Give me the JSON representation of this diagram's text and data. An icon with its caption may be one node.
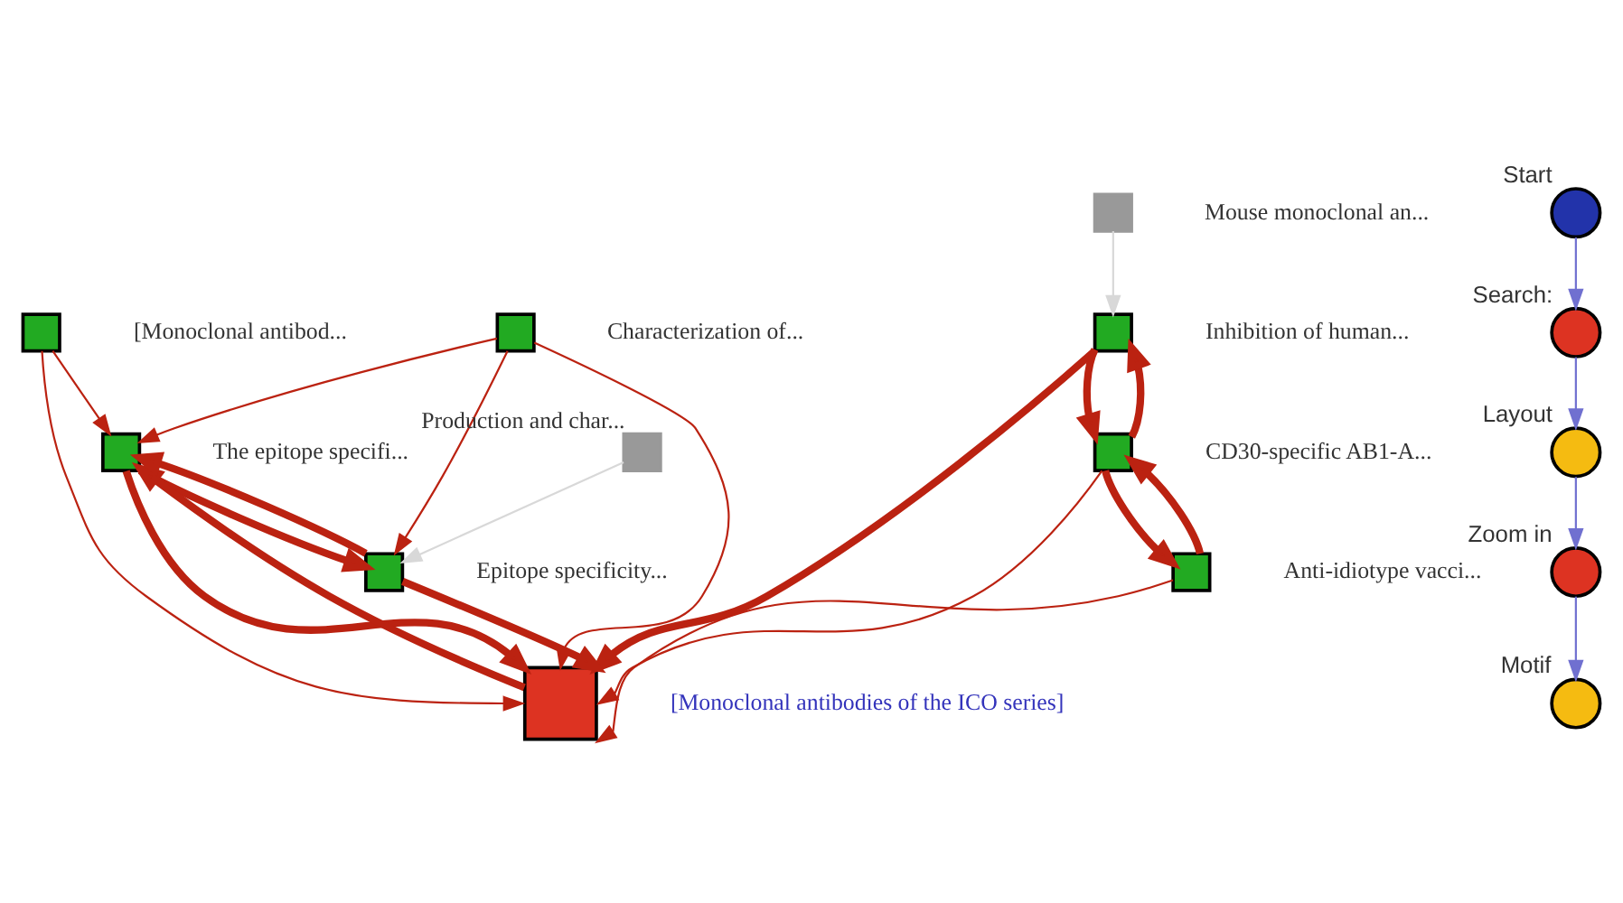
{
  "diagram": {
    "nodes": [
      {
        "text": [],
        "shape": "box",
        "beside": [
          "[Monoclonal antibod..."
        ]
      },
      {
        "text": [],
        "shape": "box",
        "beside": [
          "The epitope specifi..."
        ]
      },
      {
        "text": [],
        "shape": "box",
        "beside": [
          "Mouse monoclonal an..."
        ]
      },
      {
        "text": [],
        "shape": "box",
        "beside": [
          "Characterization of..."
        ]
      },
      {
        "text": [],
        "shape": "box",
        "beside": [
          "[Monoclonal antibodies of the ICO series]"
        ]
      },
      {
        "text": [],
        "shape": "box",
        "beside": [
          "Inhibition of human..."
        ]
      },
      {
        "text": [],
        "shape": "box",
        "beside": [
          "Epitope specificity..."
        ]
      },
      {
        "text": [],
        "shape": "box",
        "beside": [
          "CD30-specific AB1-A..."
        ]
      },
      {
        "text": [],
        "shape": "box",
        "beside": [
          "Production and char..."
        ]
      },
      {
        "text": [],
        "shape": "box",
        "beside": [
          "Anti-idiotype vacci..."
        ]
      },
      {
        "text": [],
        "shape": "circle",
        "beside": [
          "Start"
        ]
      },
      {
        "text": [],
        "shape": "circle",
        "beside": [
          "Search:"
        ]
      },
      {
        "text": [],
        "shape": "circle",
        "beside": [
          "Layout"
        ]
      },
      {
        "text": [],
        "shape": "circle",
        "beside": [
          "Zoom in"
        ]
      },
      {
        "text": [],
        "shape": "circle",
        "beside": [
          "Motif"
        ]
      }
    ],
    "edges": [
      {
        "from": 0,
        "to": 1,
        "arrow": "to"
      },
      {
        "from": 0,
        "to": 4,
        "arrow": "to"
      },
      {
        "from": 3,
        "to": 1,
        "arrow": "to"
      },
      {
        "from": 3,
        "to": 4,
        "arrow": "to"
      },
      {
        "from": 3,
        "to": 6,
        "arrow": "to"
      },
      {
        "from": 1,
        "to": 4,
        "arrow": "to",
        "style": "thick"
      },
      {
        "from": 4,
        "to": 1,
        "arrow": "to",
        "style": "thick"
      },
      {
        "from": 1,
        "to": 6,
        "arrow": "to",
        "style": "thick"
      },
      {
        "from": 6,
        "to": 1,
        "arrow": "to",
        "style": "thick"
      },
      {
        "from": 6,
        "to": 4,
        "arrow": "to",
        "style": "thick"
      },
      {
        "from": 5,
        "to": 4,
        "arrow": "to",
        "style": "thick"
      },
      {
        "from": 5,
        "to": 7,
        "arrow": "to",
        "style": "thick"
      },
      {
        "from": 7,
        "to": 5,
        "arrow": "to",
        "style": "thick"
      },
      {
        "from": 7,
        "to": 4,
        "arrow": "to"
      },
      {
        "from": 9,
        "to": 4,
        "arrow": "to"
      },
      {
        "from": 9,
        "to": 7,
        "arrow": "to",
        "style": "thick"
      },
      {
        "from": 7,
        "to": 9,
        "arrow": "to",
        "style": "thick"
      },
      {
        "from": 2,
        "to": 5,
        "arrow": "to",
        "color": "#d8d8d8"
      },
      {
        "from": 8,
        "to": 6,
        "arrow": "to",
        "color": "#d8d8d8"
      },
      {
        "from": 10,
        "to": 11,
        "arrow": "to",
        "color": "#7070d0"
      },
      {
        "from": 11,
        "to": 12,
        "arrow": "to",
        "color": "#7070d0"
      },
      {
        "from": 12,
        "to": 13,
        "arrow": "to",
        "color": "#7070d0"
      },
      {
        "from": 13,
        "to": 14,
        "arrow": "to",
        "color": "#7070d0"
      }
    ]
  }
}
